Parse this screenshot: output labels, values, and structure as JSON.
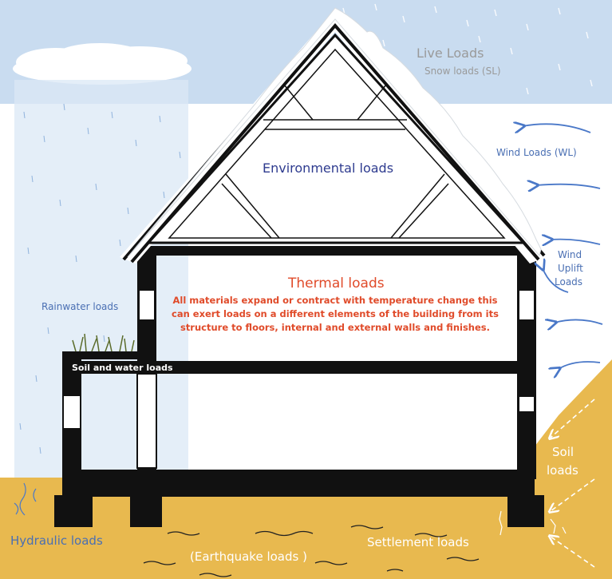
{
  "labels": {
    "live_loads": "Live Loads",
    "snow_loads": "Snow loads (SL)",
    "wind_loads": "Wind Loads (WL)",
    "wind_uplift_1": "Wind",
    "wind_uplift_2": "Uplift",
    "wind_uplift_3": "Loads",
    "environmental_loads": "Environmental loads",
    "thermal_loads_title": "Thermal loads",
    "thermal_loads_desc": "All materials expand or contract with temperature change this can exert loads on a different elements of the building from its structure to floors, internal and external walls and finishes.",
    "rainwater_loads": "Rainwater loads",
    "soil_and_water_loads": "Soil and water loads",
    "soil_loads_1": "Soil",
    "soil_loads_2": "loads",
    "hydraulic_loads": "Hydraulic loads",
    "earthquake_loads": "(Earthquake loads )",
    "settlement_loads": "Settlement loads"
  },
  "colors": {
    "sky": "#c9dcf0",
    "ground": "#e8b94f",
    "structure": "#111111",
    "arrow_blue": "#4a78c8",
    "thermal": "#e04b2a",
    "environmental": "#2e3b8f"
  }
}
